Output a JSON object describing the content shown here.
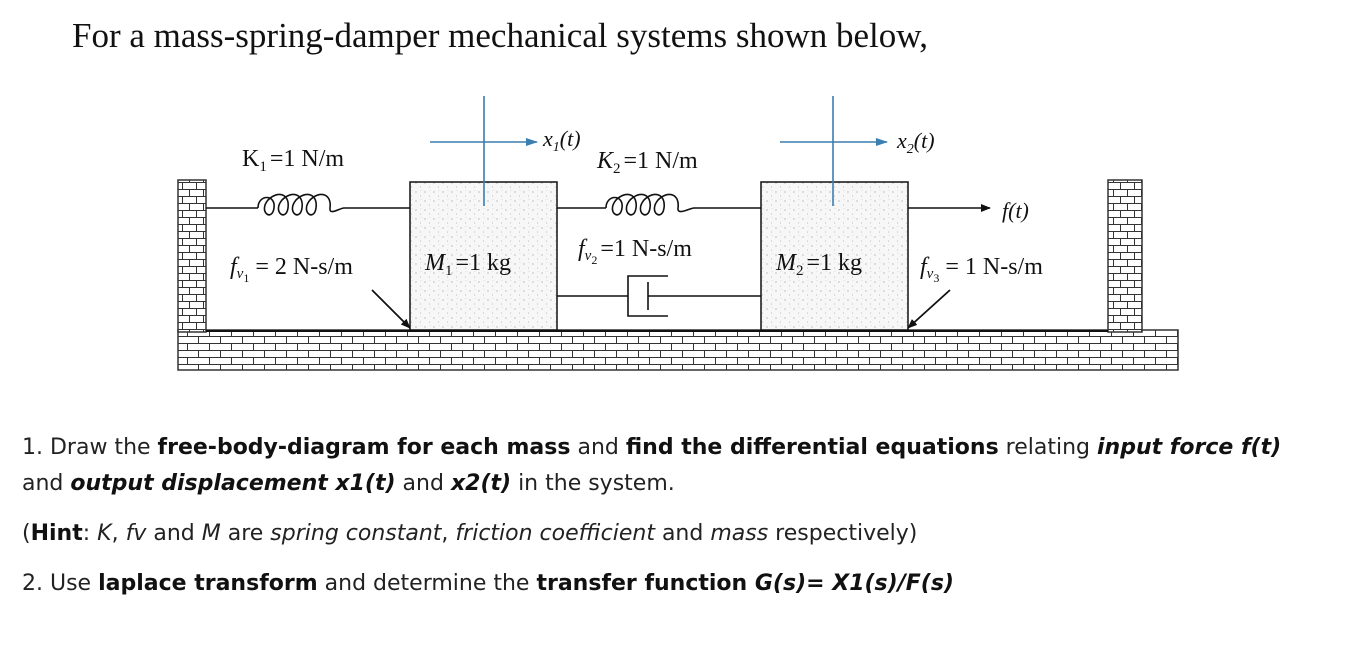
{
  "title": "For a mass-spring-damper mechanical systems shown below,",
  "diagram": {
    "k1": {
      "base": "K",
      "sub": "1",
      "rest": "=1 N/m"
    },
    "k2": {
      "base": "K",
      "sub": "2",
      "rest": "=1 N/m"
    },
    "fv1": {
      "base": "f",
      "sub": "v",
      "subsub": "1",
      "rest": "= 2 N-s/m"
    },
    "fv2": {
      "base": "f",
      "sub": "v",
      "subsub": "2",
      "rest": "=1 N-s/m"
    },
    "fv3": {
      "base": "f",
      "sub": "v",
      "subsub": "3",
      "rest": "= 1 N-s/m"
    },
    "m1": {
      "base": "M",
      "sub": "1",
      "rest": "=1 kg"
    },
    "m2": {
      "base": "M",
      "sub": "2",
      "rest": "=1 kg"
    },
    "x1": {
      "base": "x",
      "sub": "1",
      "rest": "(t)"
    },
    "x2": {
      "base": "x",
      "sub": "2",
      "rest": "(t)"
    },
    "force": "f(t)",
    "colors": {
      "line": "#111111",
      "axis": "#3b7fb0",
      "mass_fill": "#f3f3f3"
    }
  },
  "questions": {
    "q1": {
      "n": "1. Draw the ",
      "b1": "free-body-diagram for each mass",
      "t1": " and ",
      "b2": "find the differential equations",
      "t2": " relating ",
      "bi1": "input force f(t)",
      "t3": "and ",
      "bi2": "output displacement x1(t)",
      "t4": " and ",
      "bi3": "x2(t)",
      "t5": " in the system."
    },
    "hint": {
      "open": "(",
      "hint_b": "Hint",
      "t1": ": ",
      "k": "K",
      "t2": ", ",
      "fv": "fv",
      "t3": " and ",
      "m": "M",
      "t4": " are ",
      "i1": "spring constant",
      "t5": ", ",
      "i2": "friction coefficient",
      "t6": " and ",
      "i3": "mass",
      "t7": " respectively)"
    },
    "q2": {
      "n": "2. Use ",
      "b1": "laplace transform",
      "t1": " and determine the ",
      "b2": "transfer function ",
      "bi": "G(s)= X1(s)/F(s)"
    }
  }
}
